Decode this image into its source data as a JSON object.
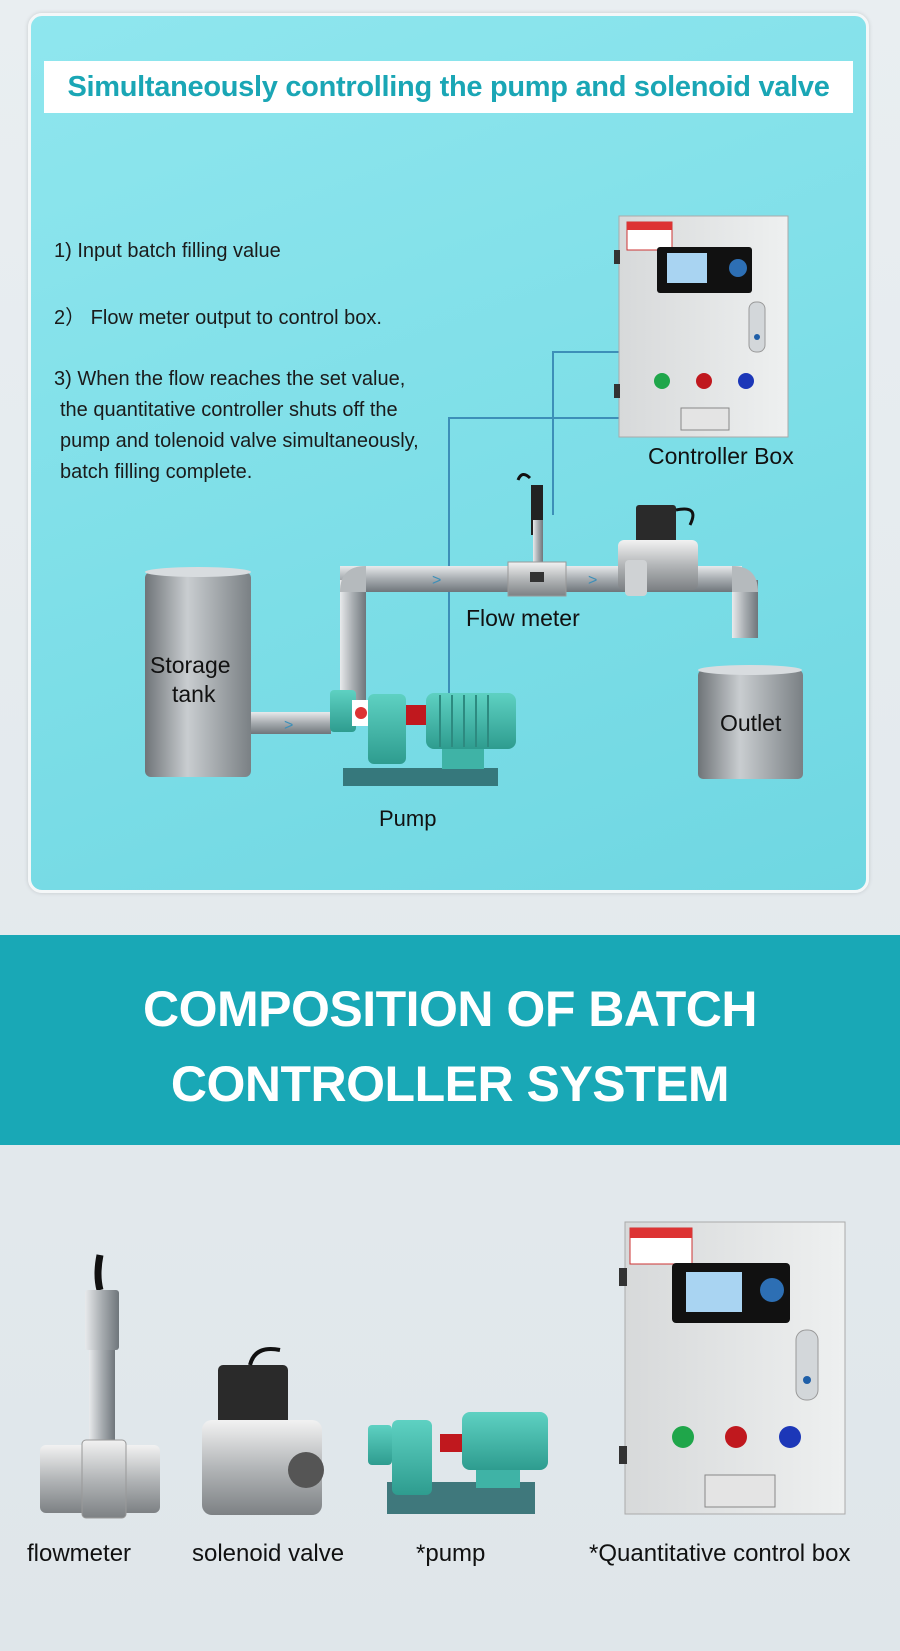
{
  "top": {
    "title": "Simultaneously controlling the pump and solenoid valve",
    "steps": [
      "1)  Input batch filling value",
      "2） Flow meter output to control box.",
      "3)  When the flow reaches the set value,",
      "the quantitative controller shuts off the",
      "pump and tolenoid valve simultaneously,",
      "batch filling complete."
    ],
    "labels": {
      "controller_box": "Controller Box",
      "flow_meter": "Flow meter",
      "storage_tank": "Storage",
      "storage_tank_2": "tank",
      "outlet": "Outlet",
      "pump": "Pump"
    }
  },
  "section": {
    "line1": "COMPOSITION OF BATCH",
    "line2": "CONTROLLER SYSTEM"
  },
  "products": [
    "flowmeter",
    "solenoid valve",
    "*pump",
    "*Quantitative control box"
  ],
  "colors": {
    "accent": "#19a8b6",
    "panel": "#7fdfe8"
  }
}
